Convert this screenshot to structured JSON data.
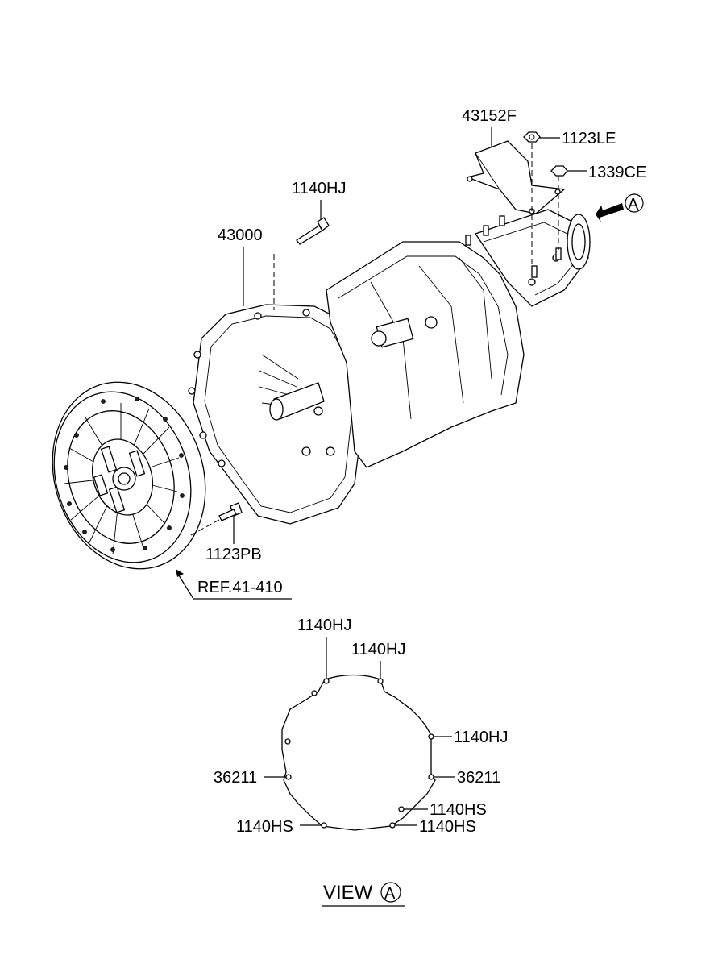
{
  "labels": {
    "bracket": "43152F",
    "nut": "1123LE",
    "bolt_bracket": "1339CE",
    "bolt_top": "1140HJ",
    "transmission": "43000",
    "bolt_clutch": "1123PB",
    "ref": "REF.41-410",
    "view_word": "VIEW",
    "view_letter": "A",
    "arrow_letter": "A",
    "view_top_left": "1140HJ",
    "view_top_right": "1140HJ",
    "view_right_upper": "1140HJ",
    "view_left_mid": "36211",
    "view_right_mid": "36211",
    "view_right_lower": "1140HS",
    "view_bottom_left": "1140HS",
    "view_bottom_right": "1140HS"
  }
}
